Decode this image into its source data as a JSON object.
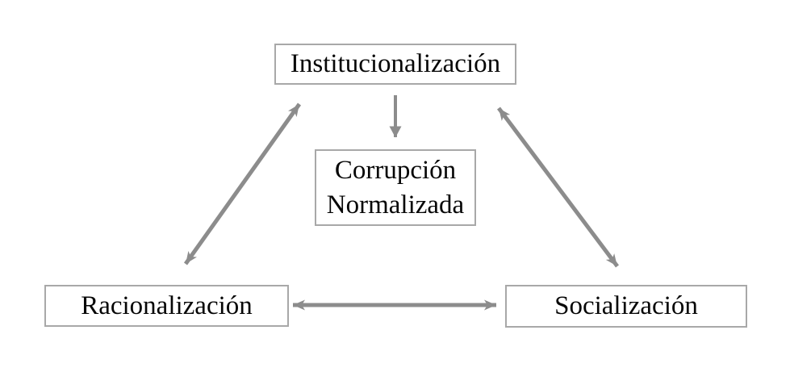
{
  "diagram": {
    "nodes": {
      "top": {
        "label": "Institucionalización"
      },
      "center": {
        "line1": "Corrupción",
        "line2": "Normalizada"
      },
      "bottom_left": {
        "label": "Racionalización"
      },
      "bottom_right": {
        "label": "Socialización"
      }
    },
    "edges": [
      {
        "from": "Institucionalización",
        "to": "Corrupción Normalizada",
        "type": "one-way"
      },
      {
        "from": "Institucionalización",
        "to": "Racionalización",
        "type": "two-way"
      },
      {
        "from": "Institucionalización",
        "to": "Socialización",
        "type": "two-way"
      },
      {
        "from": "Racionalización",
        "to": "Socialización",
        "type": "two-way"
      }
    ],
    "colors": {
      "box_border": "#a8a8a8",
      "arrow": "#8c8c8c",
      "text": "#060606",
      "background": "#ffffff"
    }
  }
}
